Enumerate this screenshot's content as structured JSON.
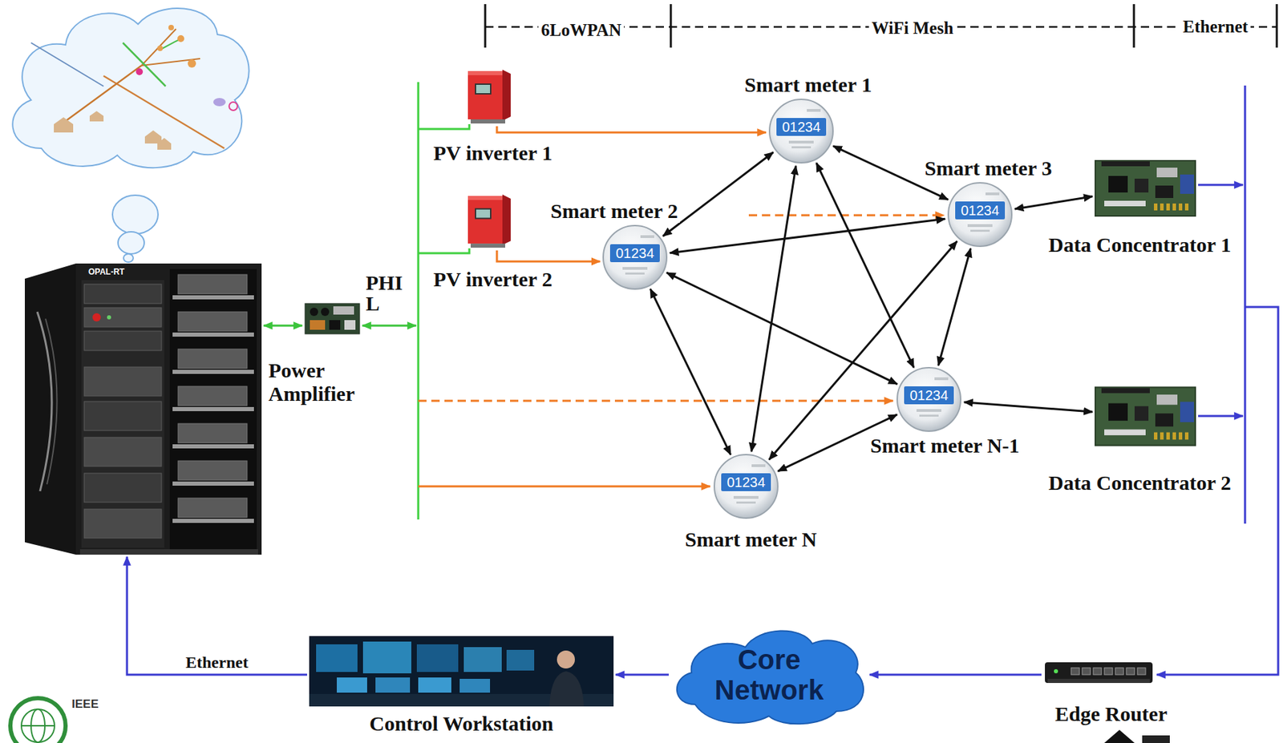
{
  "diagram": {
    "nodes": [
      {
        "text": [
          "PV inverter 1"
        ]
      },
      {
        "text": [
          "Smart meter 1",
          "01234"
        ]
      },
      {
        "text": [
          "Smart meter 3",
          "01234"
        ]
      },
      {
        "text": [
          "Data Concentrator 1"
        ]
      },
      {
        "text": [
          "PV inverter 2"
        ]
      },
      {
        "text": [
          "Smart meter 2",
          "01234"
        ]
      },
      {
        "text": [
          "OPAL-RT"
        ]
      },
      {
        "text": [
          "Power Amplifier"
        ]
      },
      {
        "text": [
          "Smart meter N-1",
          "01234"
        ]
      },
      {
        "text": [
          "Data Concentrator 2"
        ]
      },
      {
        "text": [
          "Smart meter N",
          "01234"
        ]
      },
      {
        "text": [
          "Control Workstation"
        ]
      },
      {
        "text": [
          "Core Network"
        ]
      },
      {
        "text": [
          "Edge Router"
        ]
      }
    ],
    "edges": [
      {
        "from": 6,
        "to": 7,
        "arrow": "both"
      },
      {
        "from": 0,
        "to": 1,
        "arrow": "to"
      },
      {
        "from": 4,
        "to": 5,
        "arrow": "to"
      },
      {
        "from": 1,
        "to": 5,
        "arrow": "both"
      },
      {
        "from": 1,
        "to": 2,
        "arrow": "both"
      },
      {
        "from": 1,
        "to": 8,
        "arrow": "both"
      },
      {
        "from": 1,
        "to": 10,
        "arrow": "both"
      },
      {
        "from": 5,
        "to": 2,
        "arrow": "both"
      },
      {
        "from": 5,
        "to": 8,
        "arrow": "both"
      },
      {
        "from": 5,
        "to": 10,
        "arrow": "both"
      },
      {
        "from": 2,
        "to": 8,
        "arrow": "both"
      },
      {
        "from": 2,
        "to": 10,
        "arrow": "both"
      },
      {
        "from": 8,
        "to": 10,
        "arrow": "both"
      },
      {
        "from": 2,
        "to": 3,
        "arrow": "both"
      },
      {
        "from": 8,
        "to": 9,
        "arrow": "both"
      },
      {
        "from": 13,
        "to": 12,
        "arrow": "to"
      },
      {
        "from": 12,
        "to": 11,
        "arrow": "to"
      },
      {
        "from": 11,
        "to": 6,
        "arrow": "to",
        "label": "Ethernet"
      }
    ],
    "labels": [
      "6LoWPAN",
      "WiFi Mesh",
      "Ethernet",
      "PHI L",
      "IEEE"
    ]
  }
}
